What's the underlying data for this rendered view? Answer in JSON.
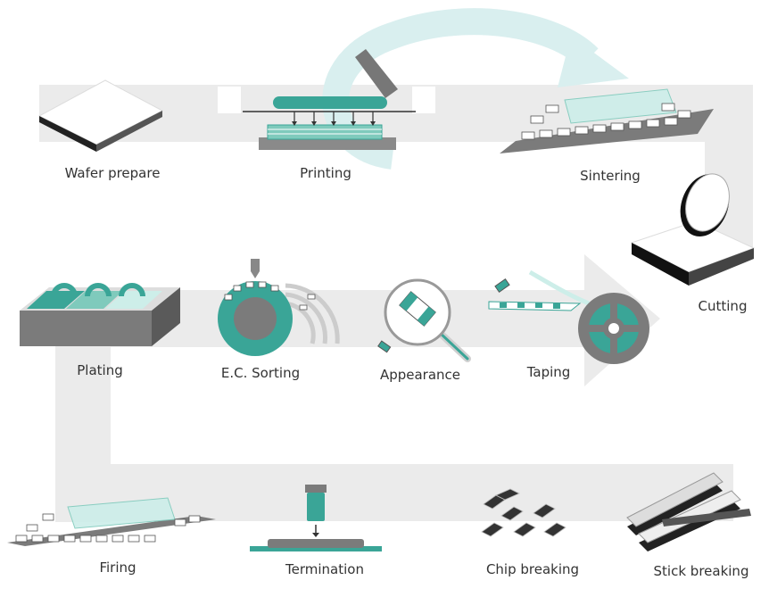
{
  "colors": {
    "teal": "#3aa597",
    "teal_light": "#7fcabc",
    "teal_pale": "#cdeee9",
    "gray": "#7b7b7b",
    "gray_light": "#ebebeb",
    "arrow_cycle": "#d9efef"
  },
  "steps": {
    "wafer_prepare": "Wafer prepare",
    "printing": "Printing",
    "sintering": "Sintering",
    "cutting": "Cutting",
    "plating": "Plating",
    "ec_sorting": "E.C. Sorting",
    "appearance": "Appearance",
    "taping": "Taping",
    "firing": "Firing",
    "termination": "Termination",
    "chip_breaking": "Chip breaking",
    "stick_breaking": "Stick breaking"
  }
}
